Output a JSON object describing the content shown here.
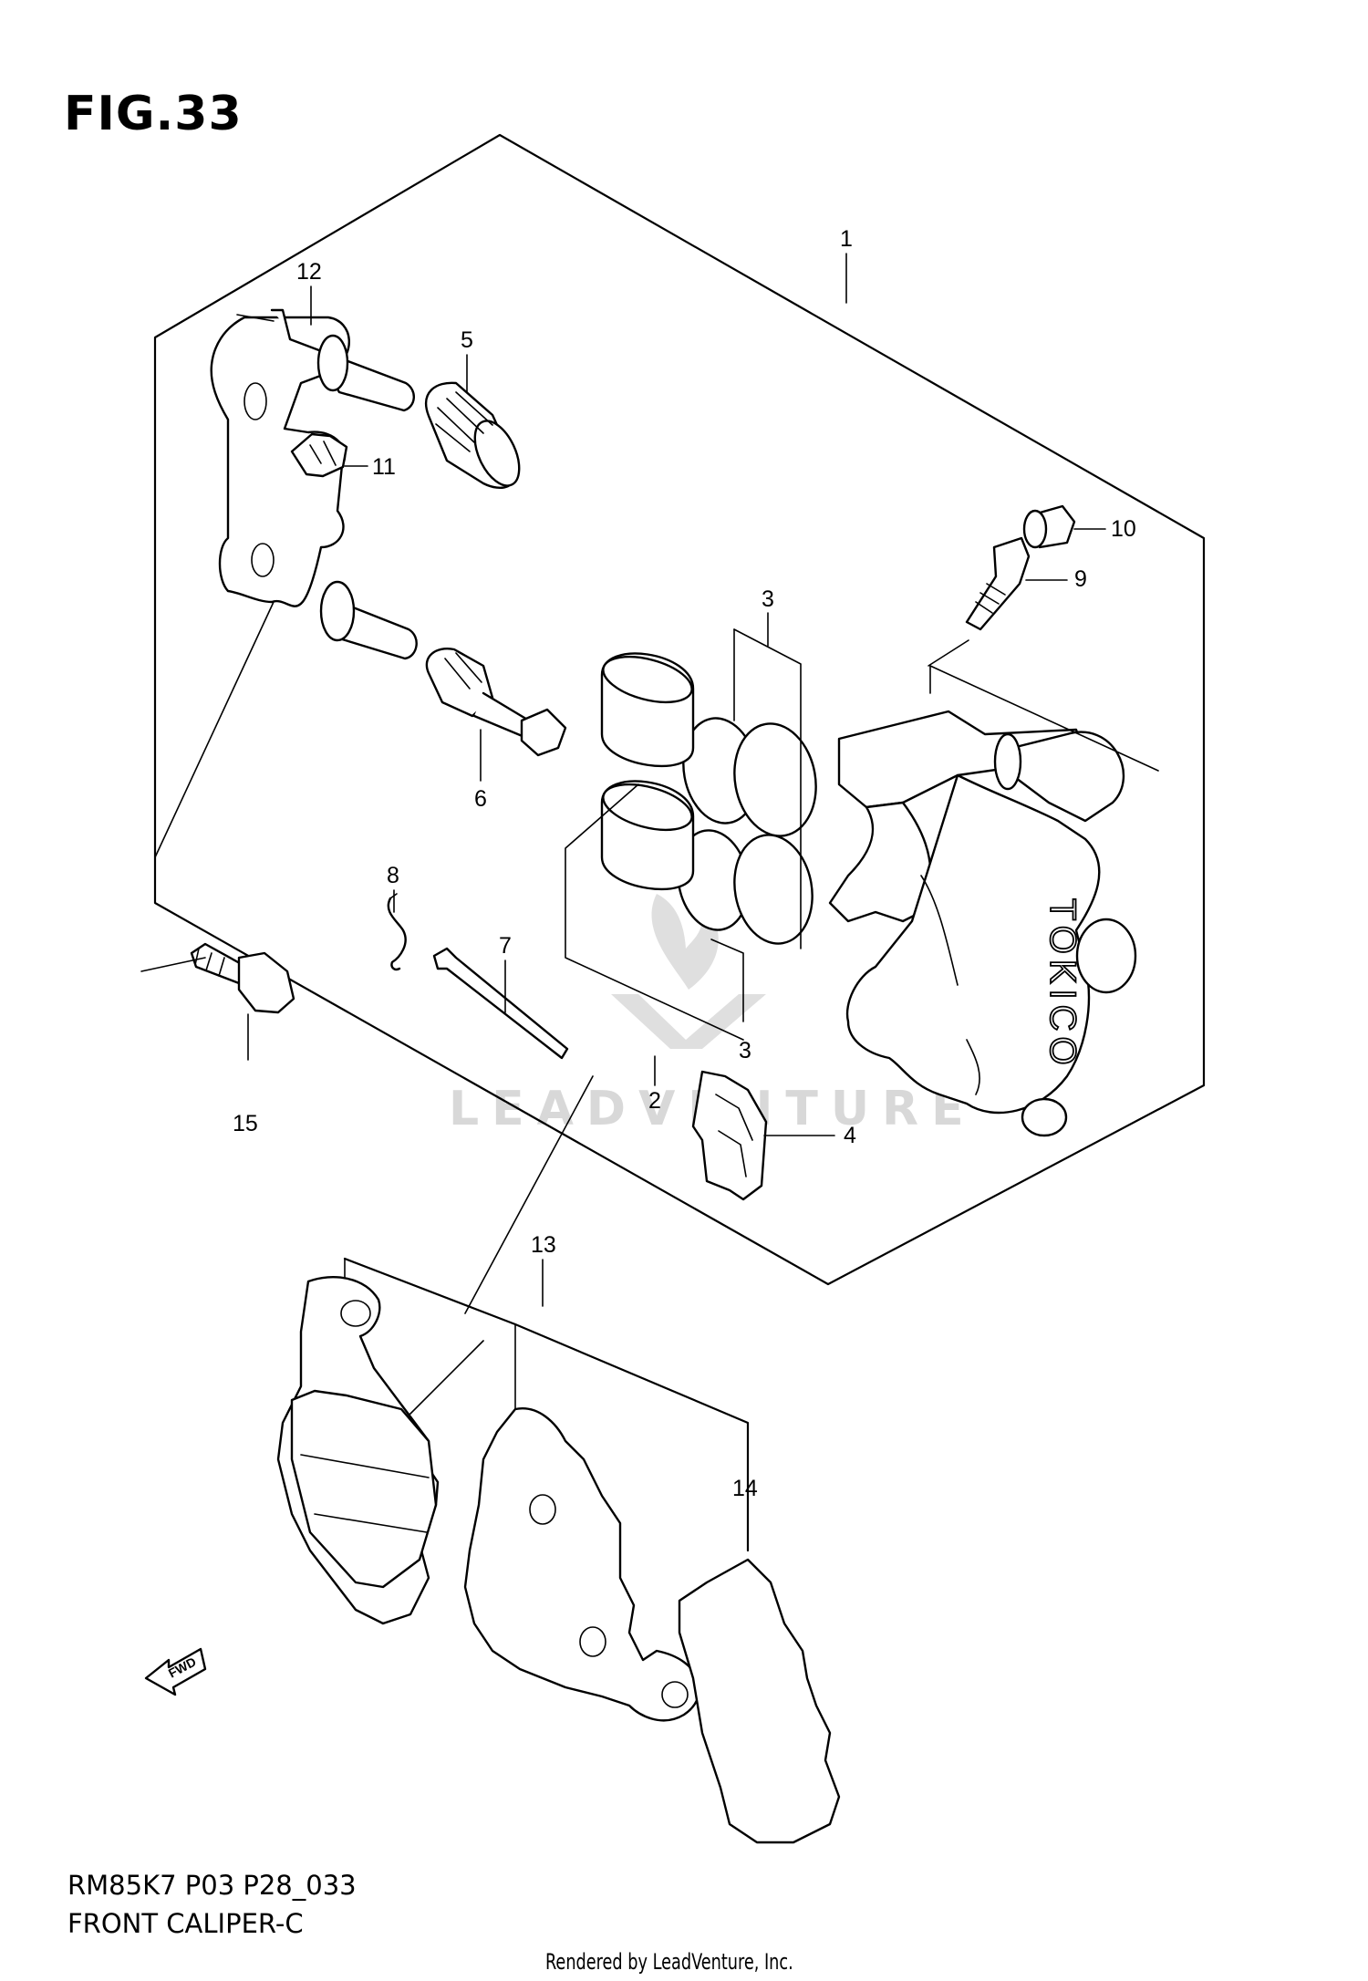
{
  "figure": {
    "title": "FIG.33"
  },
  "footer": {
    "code": "RM85K7 P03 P28_033",
    "name": "FRONT CALIPER-C",
    "rendered_by": "Rendered by LeadVenture, Inc."
  },
  "watermark": "LEADVENTURE",
  "brand_mark": "TOKICO",
  "direction_arrow": "FWD",
  "callouts": {
    "c1": "1",
    "c2": "2",
    "c3a": "3",
    "c3b": "3",
    "c4": "4",
    "c5": "5",
    "c6": "6",
    "c7": "7",
    "c8": "8",
    "c9": "9",
    "c10": "10",
    "c11": "11",
    "c12": "12",
    "c13": "13",
    "c14": "14",
    "c15": "15"
  }
}
